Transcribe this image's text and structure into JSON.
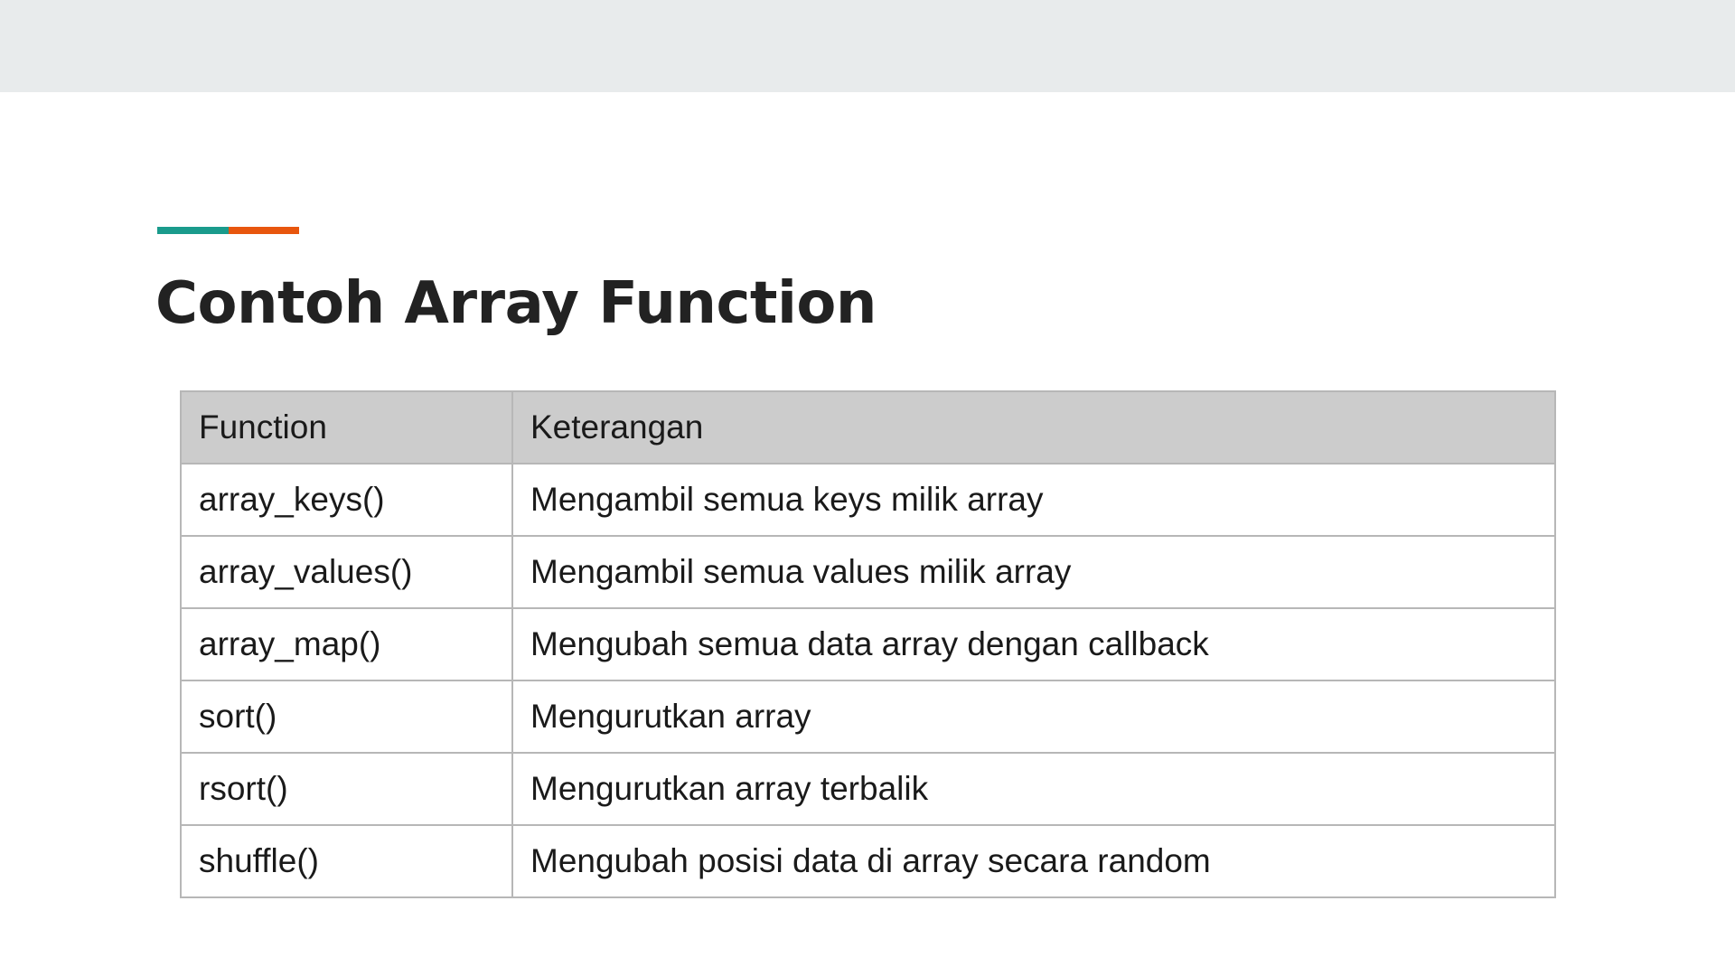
{
  "slide": {
    "title": "Contoh Array Function",
    "accent_colors": [
      "#1a9b8c",
      "#e8560e"
    ]
  },
  "table": {
    "headers": [
      "Function",
      "Keterangan"
    ],
    "rows": [
      [
        "array_keys()",
        "Mengambil semua keys milik array"
      ],
      [
        "array_values()",
        "Mengambil semua values milik array"
      ],
      [
        "array_map()",
        "Mengubah semua data array dengan callback"
      ],
      [
        "sort()",
        "Mengurutkan array"
      ],
      [
        "rsort()",
        "Mengurutkan array terbalik"
      ],
      [
        "shuffle()",
        "Mengubah posisi data di array secara random"
      ]
    ]
  }
}
